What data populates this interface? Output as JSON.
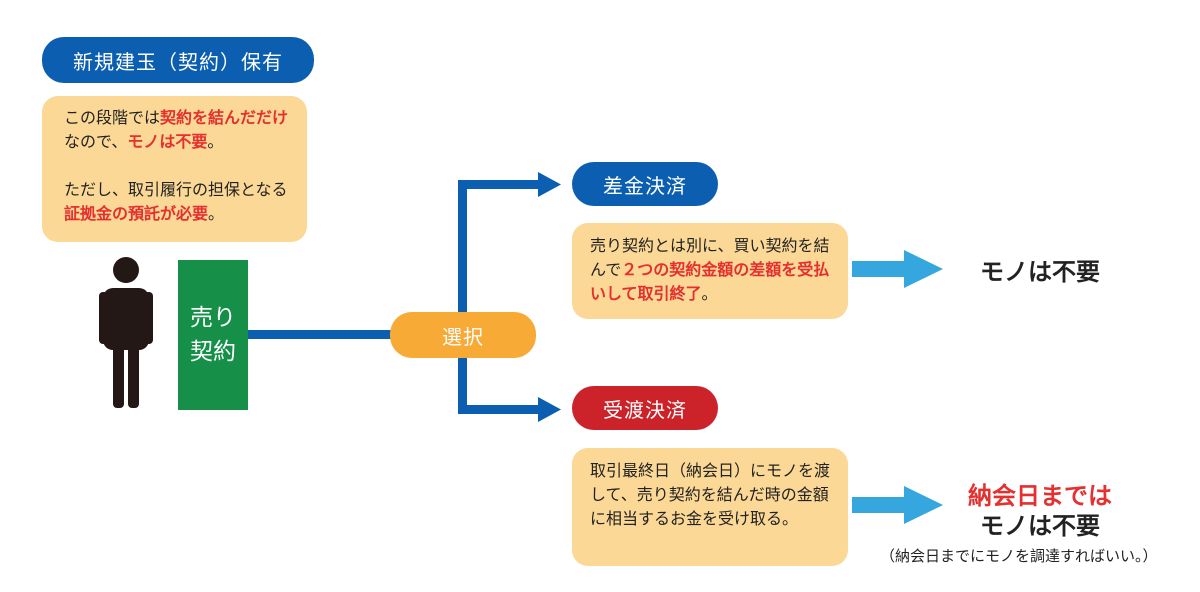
{
  "holding": {
    "label": "新規建玉（契約）保有",
    "desc1": [
      "この段階では",
      "契約を結んだだけ",
      "なので、",
      "モノは不要",
      "。"
    ],
    "desc2": [
      "ただし、取引履行の担保となる",
      "証拠金の預託が必要",
      "。"
    ]
  },
  "sell": {
    "label_line1": "売り",
    "label_line2": "契約"
  },
  "choice": {
    "label": "選択"
  },
  "diff": {
    "label": "差金決済",
    "desc": [
      "売り契約とは別に、買い契約を結んで",
      "２つの契約金額の差額を受払いして取引終了",
      "。"
    ],
    "result": "モノは不要"
  },
  "delivery": {
    "label": "受渡決済",
    "desc": "取引最終日（納会日）にモノを渡して、売り契約を結んだ時の金額に相当するお金を受け取る。",
    "result_line1": "納会日までは",
    "result_line2": "モノは不要",
    "note": "（納会日までにモノを調達すればいい。）"
  },
  "colors": {
    "blue": "#0b5eb0",
    "red": "#cc2229",
    "orange": "#f7aa36",
    "cream": "#fbd895",
    "green": "#169049",
    "highlight": "#e53030",
    "arrow": "#35a6de"
  },
  "icons": {
    "person": "person-icon"
  }
}
